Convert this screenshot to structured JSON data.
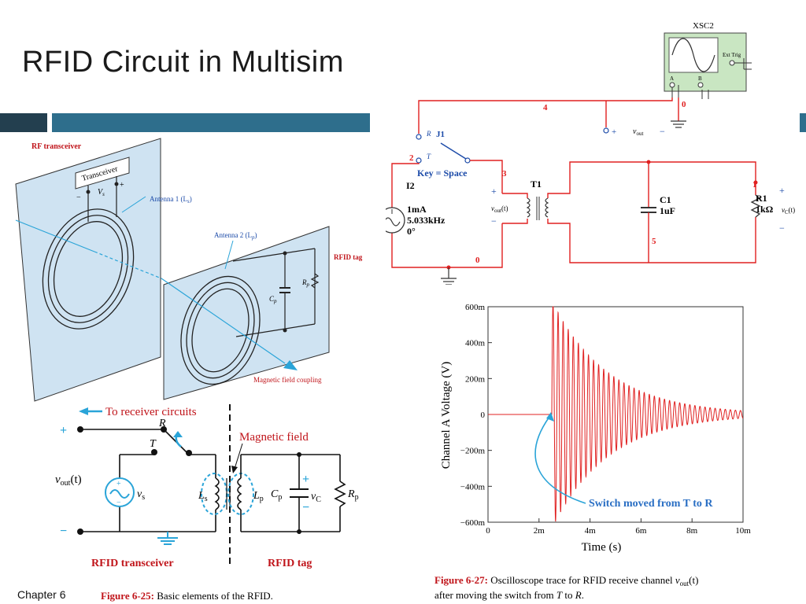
{
  "slide": {
    "title": "RFID Circuit in Multisim",
    "footer": "Chapter 6"
  },
  "fig25_top": {
    "rf_transceiver": "RF transceiver",
    "transceiver_box": "Transceiver",
    "vs": "V",
    "vs_sub": "s",
    "minus": "−",
    "plus": "+",
    "antenna1": "Antenna 1 (L",
    "antenna1_sub": "s",
    "antenna2": "Antenna 2 (L",
    "antenna2_sub": "p",
    "close_paren": ")",
    "rfid_tag": "RFID tag",
    "cp": "C",
    "cp_sub": "p",
    "rp": "R",
    "rp_sub": "p",
    "coupling": "Magnetic field coupling"
  },
  "fig25_bottom": {
    "to_receiver": "To receiver circuits",
    "R": "R",
    "T": "T",
    "magnetic_field": "Magnetic field",
    "vout": "v",
    "vout_sub": "out",
    "vout_t": "(t)",
    "vs": "v",
    "vs_sub": "s",
    "ls": "L",
    "ls_sub": "s",
    "lp": "L",
    "lp_sub": "p",
    "cp": "C",
    "cp_sub": "p",
    "vc": "v",
    "vc_sub": "C",
    "rp": "R",
    "rp_sub": "p",
    "plus": "+",
    "minus": "−",
    "transceiver_label": "RFID transceiver",
    "tag_label": "RFID tag",
    "caption_num": "Figure 6-25:",
    "caption_text": " Basic elements of the RFID."
  },
  "multisim": {
    "xsc2": "XSC2",
    "ext_trig": "Ext Trig",
    "ch_a": "A",
    "ch_b": "B",
    "node4": "4",
    "node0_top": "0",
    "node2": "2",
    "node3": "3",
    "node0_bottom": "0",
    "node5": "5",
    "node1": "1",
    "j1": "J1",
    "r": "R",
    "t": "T",
    "key": "Key = Space",
    "i2": "I2",
    "i2_val1": "1mA",
    "i2_val2": "5.033kHz",
    "i2_val3": "0°",
    "t1": "T1",
    "c1": "C1",
    "c1_val": "1uF",
    "r1": "R1",
    "r1_val": "1kΩ",
    "vout": "v",
    "vout_sub": "out",
    "vout_t": "(t)",
    "vc": "v",
    "vc_sub": "C",
    "plus": "+",
    "minus": "−"
  },
  "chart_data": {
    "type": "line",
    "xlabel": "Time (s)",
    "ylabel": "Channel A Voltage (V)",
    "xlim": [
      0,
      0.01
    ],
    "ylim": [
      -0.6,
      0.6
    ],
    "x_ticks": [
      "0",
      "2m",
      "4m",
      "6m",
      "8m",
      "10m"
    ],
    "y_ticks": [
      "600m",
      "400m",
      "200m",
      "0",
      "−200m",
      "−400m",
      "−600m"
    ],
    "series": [
      {
        "color": "#e02020",
        "switch_time": 0.0025,
        "frequency_hz": 5033,
        "initial_amplitude": 0.6,
        "final_amplitude": 0.02,
        "end_time": 0.01
      }
    ],
    "annotation": "Switch moved from T to R",
    "caption_num": "Figure 6-27:",
    "caption_text1": " Oscilloscope trace for RFID receive channel ",
    "caption_vout": "v",
    "caption_vout_sub": "out",
    "caption_vout_t": "(t)",
    "caption_text2": "after moving the switch from ",
    "caption_T": "T",
    "caption_to": " to ",
    "caption_R": "R",
    "caption_end": "."
  }
}
